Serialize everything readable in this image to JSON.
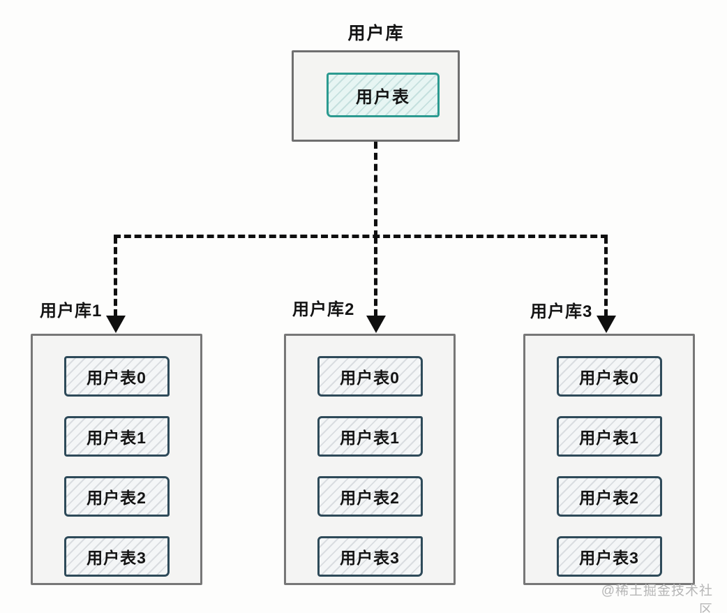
{
  "diagram": {
    "root": {
      "title": "用户库",
      "table": "用户表"
    },
    "shards": [
      {
        "label": "用户库1",
        "tables": [
          "用户表0",
          "用户表1",
          "用户表2",
          "用户表3"
        ]
      },
      {
        "label": "用户库2",
        "tables": [
          "用户表0",
          "用户表1",
          "用户表2",
          "用户表3"
        ]
      },
      {
        "label": "用户库3",
        "tables": [
          "用户表0",
          "用户表1",
          "用户表2",
          "用户表3"
        ]
      }
    ],
    "watermark": "@稀土掘金技术社区",
    "colors": {
      "root_table_border": "#2b9a90",
      "root_table_fill": "#e7f5f3",
      "shard_table_border": "#2e4a59",
      "shard_table_fill": "#f4f6f7",
      "container_border": "#777777",
      "container_fill": "#f4f4f3",
      "connector": "#0f0f0f",
      "watermark_text": "#b6b6b6"
    }
  }
}
